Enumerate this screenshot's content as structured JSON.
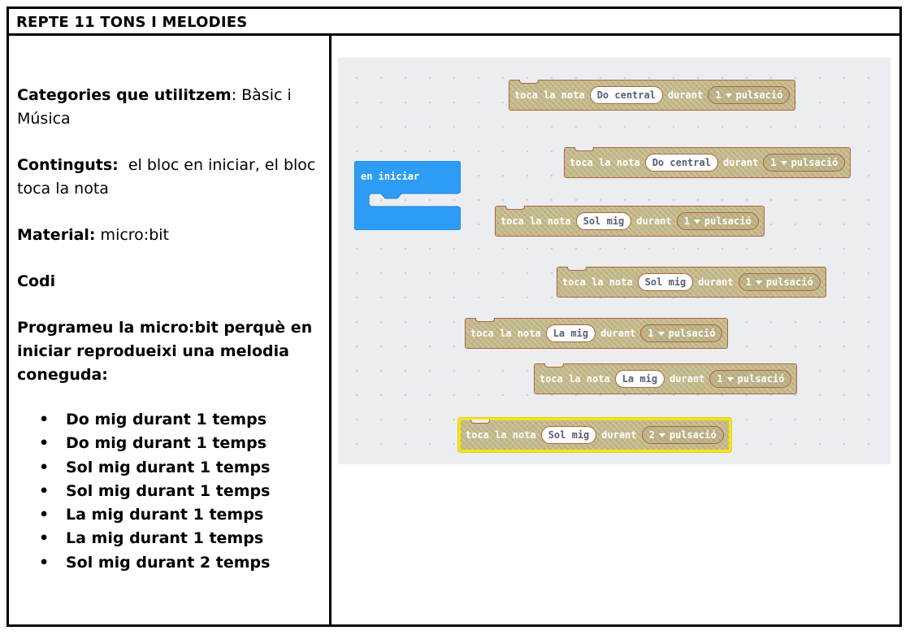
{
  "header": {
    "title": "REPTE 11 TONS I MELODIES"
  },
  "left": {
    "categories_label": "Categories que utilitzem",
    "categories_value": ": Bàsic i Música",
    "contents_label": "Continguts:",
    "contents_value": "  el bloc en iniciar, el bloc toca la nota",
    "material_label": "Material:",
    "material_value": " micro:bit",
    "codi_label": "Codi",
    "instructions": "Programeu la micro:bit perquè en iniciar reprodueixi una melodia coneguda:",
    "items": [
      "Do mig durant 1 temps",
      "Do mig durant 1 temps",
      "Sol mig durant 1 temps",
      "Sol mig durant 1 temps",
      "La mig durant 1 temps",
      "La mig durant 1 temps",
      "Sol mig durant 2 temps"
    ]
  },
  "editor": {
    "hat_label": "en iniciar",
    "blocks": [
      {
        "prefix": "toca la nota",
        "note": "Do central",
        "mid": "durant",
        "beats": "1",
        "unit": "pulsació",
        "selected": false
      },
      {
        "prefix": "toca la nota",
        "note": "Do central",
        "mid": "durant",
        "beats": "1",
        "unit": "pulsació",
        "selected": false
      },
      {
        "prefix": "toca la nota",
        "note": "Sol mig",
        "mid": "durant",
        "beats": "1",
        "unit": "pulsació",
        "selected": false
      },
      {
        "prefix": "toca la nota",
        "note": "Sol mig",
        "mid": "durant",
        "beats": "1",
        "unit": "pulsació",
        "selected": false
      },
      {
        "prefix": "toca la nota",
        "note": "La mig",
        "mid": "durant",
        "beats": "1",
        "unit": "pulsació",
        "selected": false
      },
      {
        "prefix": "toca la nota",
        "note": "La mig",
        "mid": "durant",
        "beats": "1",
        "unit": "pulsació",
        "selected": false
      },
      {
        "prefix": "toca la nota",
        "note": "Sol mig",
        "mid": "durant",
        "beats": "2",
        "unit": "pulsació",
        "selected": true
      }
    ],
    "colors": {
      "hat": "#2d9cf5",
      "block": "#c2b787",
      "block_border": "#b0643e",
      "selection": "#f3e51b",
      "workspace": "#ecedf0"
    }
  }
}
